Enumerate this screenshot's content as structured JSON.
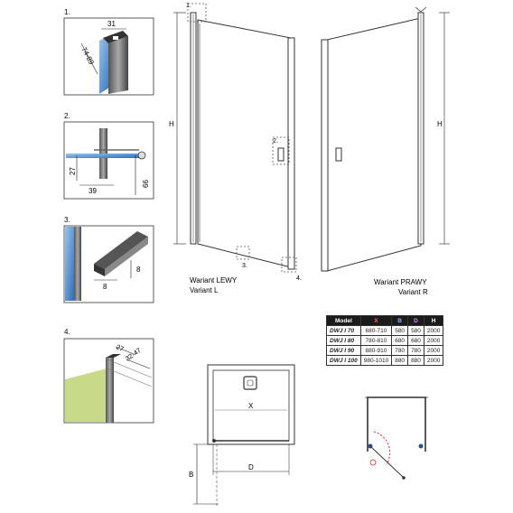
{
  "details": [
    {
      "number": "1.",
      "dims": {
        "width": "31",
        "angle": "74-89"
      }
    },
    {
      "number": "2.",
      "dims": {
        "height": "27",
        "width": "39",
        "full": "66"
      }
    },
    {
      "number": "3.",
      "dims": {
        "height": "8",
        "width": "8"
      }
    },
    {
      "number": "4.",
      "dims": {
        "a": "27",
        "b": "32-47"
      }
    }
  ],
  "front_views": {
    "left": {
      "variant_pl": "Wariant LEWY",
      "variant_en": "Variant L",
      "height_label": "H",
      "callouts": [
        "1.",
        "2.",
        "3.",
        "4."
      ]
    },
    "right": {
      "variant_pl": "Wariant PRAWY",
      "variant_en": "Variant R",
      "height_label": "H"
    }
  },
  "table": {
    "headers": [
      "Model",
      "X",
      "B",
      "D",
      "H"
    ],
    "rows": [
      [
        "DWJ I 70",
        "680-710",
        "580",
        "580",
        "2000"
      ],
      [
        "DWJ I 80",
        "780-810",
        "680",
        "680",
        "2000"
      ],
      [
        "DWJ I 90",
        "880-910",
        "780",
        "780",
        "2000"
      ],
      [
        "DWJ I 100",
        "980-1010",
        "880",
        "880",
        "2000"
      ]
    ]
  },
  "plan": {
    "x_label": "X",
    "d_label": "D",
    "b_label": "B"
  },
  "colors": {
    "glass": "#4a86c8",
    "accent_red": "#e02020",
    "wall": "#c8d98a",
    "line": "#222222"
  }
}
